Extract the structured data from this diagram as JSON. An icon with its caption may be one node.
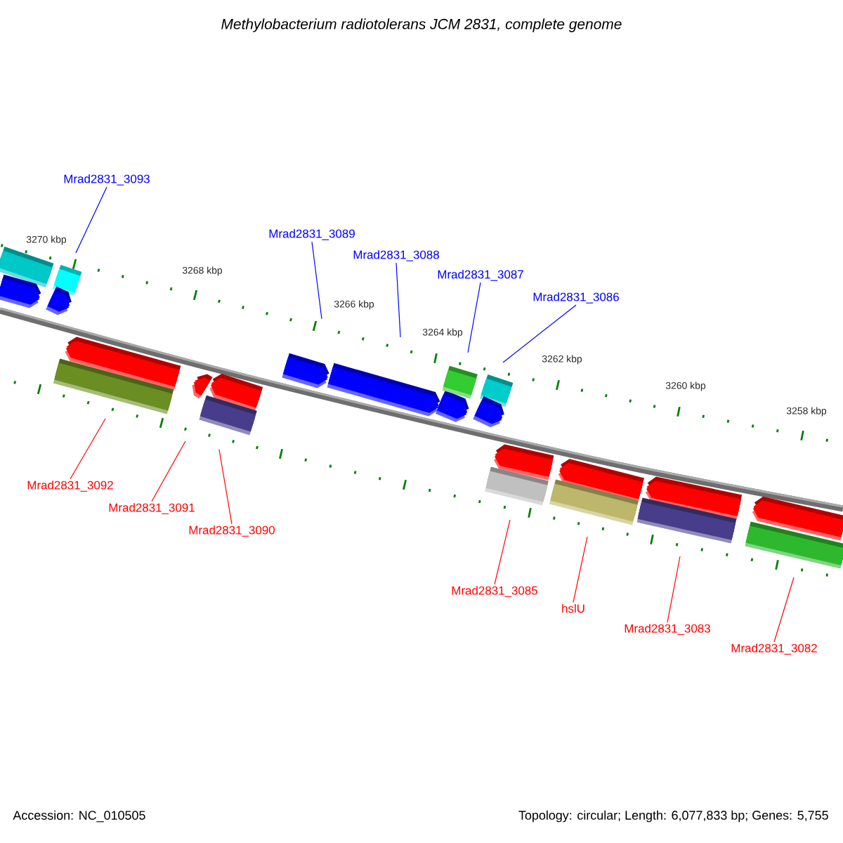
{
  "diagram": {
    "title": "Methylobacterium radiotolerans JCM 2831, complete genome",
    "nodes": [
      {
        "text": [
          "Mrad2831_3093"
        ]
      },
      {
        "text": [
          "Mrad2831_3089"
        ]
      },
      {
        "text": [
          "Mrad2831_3088"
        ]
      },
      {
        "text": [
          "Mrad2831_3087"
        ]
      },
      {
        "text": [
          "Mrad2831_3086"
        ]
      },
      {
        "text": [
          "Mrad2831_3092"
        ]
      },
      {
        "text": [
          "Mrad2831_3091"
        ]
      },
      {
        "text": [
          "Mrad2831_3090"
        ]
      },
      {
        "text": [
          "Mrad2831_3085"
        ]
      },
      {
        "text": [
          "hslU"
        ]
      },
      {
        "text": [
          "Mrad2831_3083"
        ]
      },
      {
        "text": [
          "Mrad2831_3082"
        ]
      }
    ],
    "edges": [
      {
        "from": 0,
        "to": null,
        "arrow": "none",
        "color": "#0000ff"
      },
      {
        "from": 1,
        "to": null,
        "arrow": "none",
        "color": "#0000ff"
      },
      {
        "from": 2,
        "to": null,
        "arrow": "none",
        "color": "#0000ff"
      },
      {
        "from": 3,
        "to": null,
        "arrow": "none",
        "color": "#0000ff"
      },
      {
        "from": 4,
        "to": null,
        "arrow": "none",
        "color": "#0000ff"
      },
      {
        "from": 5,
        "to": null,
        "arrow": "none",
        "color": "#ff0000"
      },
      {
        "from": 6,
        "to": null,
        "arrow": "none",
        "color": "#ff0000"
      },
      {
        "from": 7,
        "to": null,
        "arrow": "none",
        "color": "#ff0000"
      },
      {
        "from": 8,
        "to": null,
        "arrow": "none",
        "color": "#ff0000"
      },
      {
        "from": 9,
        "to": null,
        "arrow": "none",
        "color": "#ff0000"
      },
      {
        "from": 10,
        "to": null,
        "arrow": "none",
        "color": "#ff0000"
      },
      {
        "from": 11,
        "to": null,
        "arrow": "none",
        "color": "#ff0000"
      }
    ],
    "labels": [
      "3270 kbp",
      "3268 kbp",
      "3266 kbp",
      "3264 kbp",
      "3262 kbp",
      "3260 kbp",
      "3258 kbp",
      "Accession: NC_010505",
      "Topology: circular; Length: 6,077,833 bp; Genes: 5,755"
    ]
  }
}
